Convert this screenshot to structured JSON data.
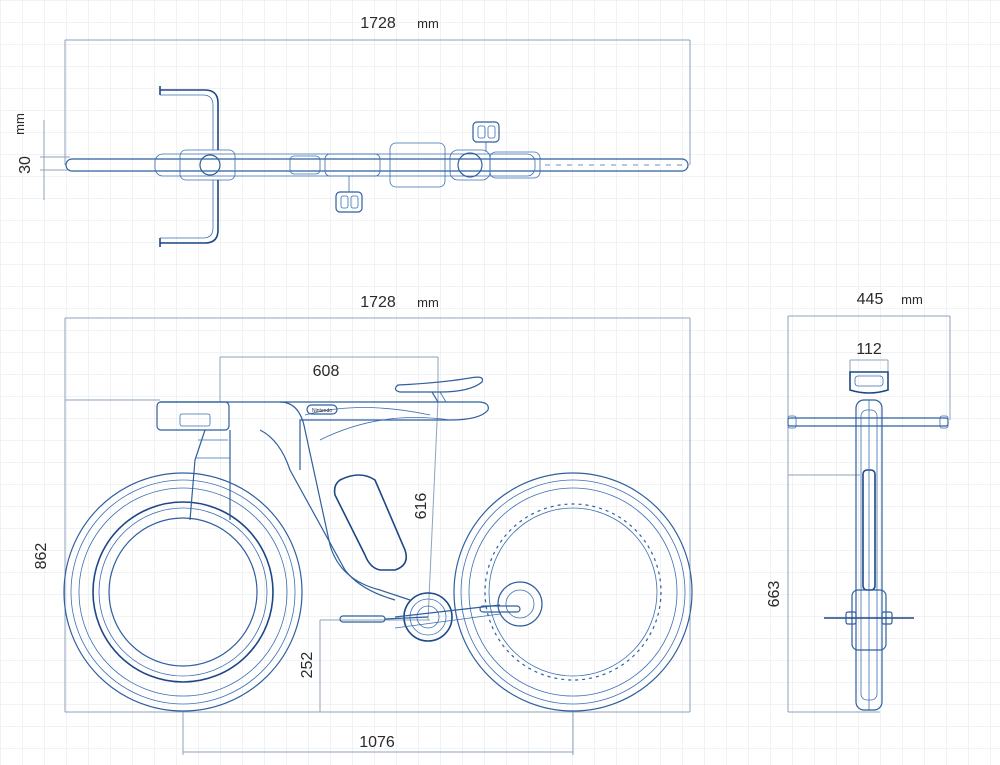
{
  "dimensions": {
    "top_length": "1728",
    "top_length_unit": "mm",
    "top_width": "30",
    "top_width_unit": "mm",
    "side_length": "1728",
    "side_length_unit": "mm",
    "frame_top": "608",
    "seat_height": "616",
    "overall_height": "862",
    "bb_height": "252",
    "wheelbase": "1076",
    "front_width": "445",
    "front_width_unit": "mm",
    "saddle_width": "112",
    "front_height": "663"
  },
  "logo_text": "Nintendo",
  "colors": {
    "line": "#2f5f9e",
    "dimension": "#8fa3bd",
    "grid": "#e3e6ea"
  }
}
